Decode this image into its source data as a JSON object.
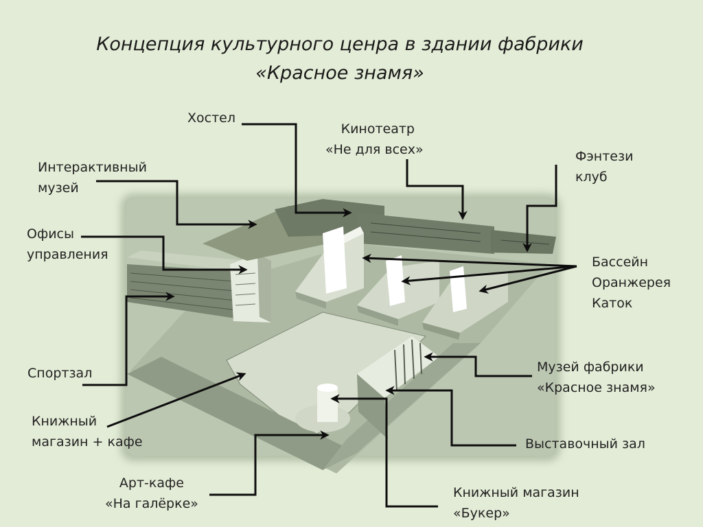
{
  "title": {
    "line1": "Концепция культурного ценра в здании фабрики",
    "line2": "«Красное знамя»"
  },
  "labels": {
    "hostel": "Хостел",
    "cinema_1": "Кинотеатр",
    "cinema_2": "«Не для всех»",
    "fantasy_1": "Фэнтези",
    "fantasy_2": "клуб",
    "museum_1": "Интерактивный",
    "museum_2": "музей",
    "offices_1": "Офисы",
    "offices_2": "управления",
    "pool": "Бассейн",
    "greenhouse": "Оранжерея",
    "rink": "Каток",
    "gym": "Спортзал",
    "factory_museum_1": "Музей фабрики",
    "factory_museum_2": "«Красное знамя»",
    "bookshop_1": "Книжный",
    "bookshop_2": "магазин + кафе",
    "exhibition": "Выставочный зал",
    "artcafe_1": "Арт-кафе",
    "artcafe_2": "«На галёрке»",
    "booker_1": "Книжный магазин",
    "booker_2": "«Букер»"
  },
  "colors": {
    "background": "#e3ecd6",
    "photo": "#b9c4ae",
    "arrow": "#0d0d0d"
  }
}
